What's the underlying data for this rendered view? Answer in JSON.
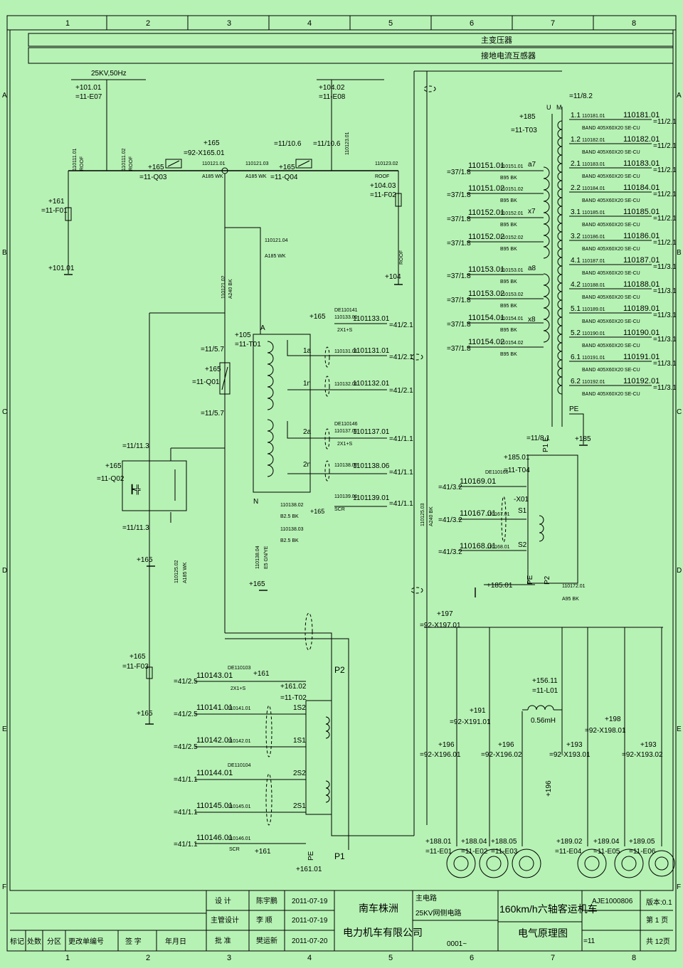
{
  "frame": {
    "columns": [
      "1",
      "2",
      "3",
      "4",
      "5",
      "6",
      "7",
      "8"
    ],
    "rows": [
      "A",
      "B",
      "C",
      "D",
      "E",
      "F"
    ]
  },
  "header_bars": [
    "主变压器",
    "接地电流互感器"
  ],
  "supply": {
    "label": "25KV,50Hz",
    "terminal": "+101.01",
    "ref": "=11-E07"
  },
  "components": {
    "f01": {
      "tag": "+161",
      "ref": "=11-F01",
      "bottom": "+101.01"
    },
    "q03": {
      "tag": "+165",
      "ref": "=11-Q03"
    },
    "x165": {
      "tag": "+165",
      "ref": "=92-X165.01"
    },
    "q04": {
      "tag": "+165",
      "ref": "=11-Q04",
      "link": "=11/10.6",
      "link2": "=11/10.6"
    },
    "e08": {
      "tag": "+104.02",
      "ref": "=11-E08"
    },
    "f02": {
      "tag": "+104.03",
      "ref": "=11-F02",
      "bottom": "+104"
    },
    "t01": {
      "tag": "+105",
      "ref": "=11-T01"
    },
    "q01": {
      "tag": "+165",
      "ref": "=11-Q01",
      "link_top": "=11/5.7",
      "link_bot": "=11/5.7"
    },
    "q02": {
      "tag": "+165",
      "ref": "=11-Q02",
      "link_top": "=11/11.3",
      "link_bot": "=11/11.3",
      "bottom": "+165"
    },
    "f03": {
      "tag": "+165",
      "ref": "=11-F03",
      "bottom": "+165"
    },
    "t03": {
      "tag": "+185",
      "ref": "=11-T03",
      "link": "=11/8.2",
      "pe_ref": "=11/8.1",
      "pe_tag": "+185"
    },
    "t04": {
      "tag": "+185.01",
      "ref": "=11-T04",
      "x01": "-X01",
      "bottom": "+185.01"
    },
    "t02": {
      "tag": "+161.02",
      "ref": "=11-T02",
      "bottom": "+161.01",
      "plus": "+161"
    },
    "l01": {
      "tag": "+156.11",
      "ref": "=11-L01",
      "value": "0.56mH"
    },
    "x197": {
      "tag": "+197",
      "ref": "=92-X197.01"
    }
  },
  "wires": {
    "w110111": {
      "id": "110111.01",
      "type": "ROOF"
    },
    "w110111b": {
      "id": "110111.02",
      "type": "ROOF"
    },
    "w110121": {
      "id": "110121.01",
      "type": "A185 WK"
    },
    "w110121_03": {
      "id": "110121.03",
      "type": "A185 WK"
    },
    "w110121_04": {
      "id": "110121.04",
      "type": "A185 WK"
    },
    "w110121_02": {
      "id": "110121.02",
      "type": "A240 BK"
    },
    "w110123": {
      "id": "110123.02",
      "type": "ROOF"
    },
    "w110123_01": {
      "id": "110123.01",
      "type": "ROOF"
    },
    "w110125_02": {
      "id": "110125.02",
      "type": "A185 WK"
    },
    "w110125_03": {
      "id": "110125.03",
      "type": "A240 BK"
    },
    "w110138_04": {
      "id": "110138.04",
      "type": "E5 GN/YE"
    },
    "w110172_01": {
      "id": "110172.01",
      "type": "A95 BK"
    }
  },
  "t01_outputs": [
    {
      "wire": "1101133.01",
      "ref": "=41/2.1",
      "sub": "110133.01"
    },
    {
      "wire": "1101131.01",
      "ref": "=41/2.1",
      "sub": "110131.01"
    },
    {
      "wire": "1101132.01",
      "ref": "=41/2.1",
      "sub": "110132.01"
    },
    {
      "wire": "1101137.01",
      "ref": "=41/1.1",
      "sub": "110137.01"
    },
    {
      "wire": "1101138.06",
      "ref": "=41/1.1",
      "sub": "110138.06"
    },
    {
      "wire": "1101139.01",
      "ref": "=41/1.1",
      "sub": "110139.01"
    }
  ],
  "t01_taps": [
    "1a",
    "1n",
    "2a",
    "2n",
    "A",
    "N"
  ],
  "t01_cables": {
    "c1": "DE110141",
    "c2": "DE110146",
    "spec": "2X1+S",
    "scr": "SCR",
    "b25a": "110138.02",
    "b25b": "110138.03",
    "b25c": "B2.5 BK",
    "plus165": "+165"
  },
  "t03_inputs": [
    {
      "ref": "=37/1.8",
      "wire": "110151.01",
      "sub": "110151.01",
      "spec": "B95 BK",
      "tap": "a7"
    },
    {
      "ref": "=37/1.8",
      "wire": "110151.02",
      "sub": "110151.02",
      "spec": "B95 BK",
      "tap": ""
    },
    {
      "ref": "=37/1.8",
      "wire": "110152.01",
      "sub": "110152.01",
      "spec": "B95 BK",
      "tap": "x7"
    },
    {
      "ref": "=37/1.8",
      "wire": "110152.02",
      "sub": "110152.02",
      "spec": "B95 BK",
      "tap": ""
    },
    {
      "ref": "=37/1.8",
      "wire": "110153.01",
      "sub": "110153.01",
      "spec": "B95 BK",
      "tap": "a8"
    },
    {
      "ref": "=37/1.8",
      "wire": "110153.02",
      "sub": "110153.02",
      "spec": "B95 BK",
      "tap": ""
    },
    {
      "ref": "=37/1.8",
      "wire": "110154.01",
      "sub": "110154.01",
      "spec": "B95 BK",
      "tap": "x8"
    },
    {
      "ref": "=37/1.8",
      "wire": "110154.02",
      "sub": "110154.02",
      "spec": "B95 BK",
      "tap": ""
    }
  ],
  "t03_outputs": [
    {
      "tap": "1.1",
      "wire": "110181.01",
      "ref": "=11/2.1"
    },
    {
      "tap": "1.2",
      "wire": "110182.01",
      "ref": "=11/2.1"
    },
    {
      "tap": "2.1",
      "wire": "110183.01",
      "ref": "=11/2.1"
    },
    {
      "tap": "2.2",
      "wire": "110184.01",
      "ref": "=11/2.1"
    },
    {
      "tap": "3.1",
      "wire": "110185.01",
      "ref": "=11/2.1"
    },
    {
      "tap": "3.2",
      "wire": "110186.01",
      "ref": "=11/2.1"
    },
    {
      "tap": "4.1",
      "wire": "110187.01",
      "ref": "=11/3.1"
    },
    {
      "tap": "4.2",
      "wire": "110188.01",
      "ref": "=11/3.1"
    },
    {
      "tap": "5.1",
      "wire": "110189.01",
      "ref": "=11/3.1"
    },
    {
      "tap": "5.2",
      "wire": "110190.01",
      "ref": "=11/3.1"
    },
    {
      "tap": "6.1",
      "wire": "110191.01",
      "ref": "=11/3.1"
    },
    {
      "tap": "6.2",
      "wire": "110192.01",
      "ref": "=11/3.1"
    }
  ],
  "band_spec": "BAND 405X60X20   SE-CU",
  "t04_rows": [
    {
      "ref": "=41/3.2",
      "wire": "110169.01",
      "sub": "DE110166",
      "tap": ""
    },
    {
      "ref": "=41/3.2",
      "wire": "110167.01",
      "sub": "110167.01",
      "tap": "S1"
    },
    {
      "ref": "=41/3.2",
      "wire": "110168.01",
      "sub": "110168.01",
      "tap": "S2"
    }
  ],
  "t02_rows": [
    {
      "ref": "=41/2.5",
      "wire": "110143.01",
      "sub": "DE110103",
      "tap": ""
    },
    {
      "ref": "=41/2.5",
      "wire": "110141.01",
      "sub": "110141.01",
      "tap": "1S2"
    },
    {
      "ref": "=41/2.5",
      "wire": "110142.01",
      "sub": "110142.01",
      "tap": "1S1"
    },
    {
      "ref": "=41/1.1",
      "wire": "110144.01",
      "sub": "DE110104",
      "tap": "2S2"
    },
    {
      "ref": "=41/1.1",
      "wire": "110145.01",
      "sub": "110145.01",
      "tap": "2S1"
    },
    {
      "ref": "=41/1.1",
      "wire": "110146.01",
      "sub": "110146.01",
      "tap": ""
    }
  ],
  "ground_units": [
    {
      "tag": "+188.01",
      "ref": "=11-E01"
    },
    {
      "tag": "+188.04",
      "ref": "=11-E02"
    },
    {
      "tag": "+188.05",
      "ref": "=11-E03"
    },
    {
      "tag": "+189.02",
      "ref": "=11-E04"
    },
    {
      "tag": "+189.04",
      "ref": "=11-E05"
    },
    {
      "tag": "+189.05",
      "ref": "=11-E06"
    }
  ],
  "lower_tags": [
    "+191",
    "=92-X191.01",
    "+196",
    "=92-X196.01",
    "+196",
    "=92-X196.02",
    "+193",
    "=92-X193.01",
    "+198",
    "=92-X198.01",
    "+193",
    "=92-X193.02",
    "+196"
  ],
  "title_block": {
    "design_label": "设 计",
    "design_name": "陈宇鹏",
    "design_date": "2011-07-19",
    "lead_label": "主管设计",
    "lead_name": "李 顺",
    "lead_date": "2011-07-19",
    "approve_label": "批 准",
    "approve_name": "樊运新",
    "approve_date": "2011-07-20",
    "cols": [
      "标记",
      "处数",
      "分区",
      "更改单编号",
      "签 字",
      "年月日"
    ],
    "company1": "南车株洲",
    "company2": "电力机车有限公司",
    "circuit1": "主电路",
    "circuit2": "25KV网侧电路",
    "product": "160km/h六轴客运机车",
    "drawing": "电气原理图",
    "doc_no": "AJE1000806",
    "version": "版本:0.1",
    "sheet": "第 1 页",
    "total": "共 12页",
    "code": "0001~",
    "section": "=11"
  }
}
